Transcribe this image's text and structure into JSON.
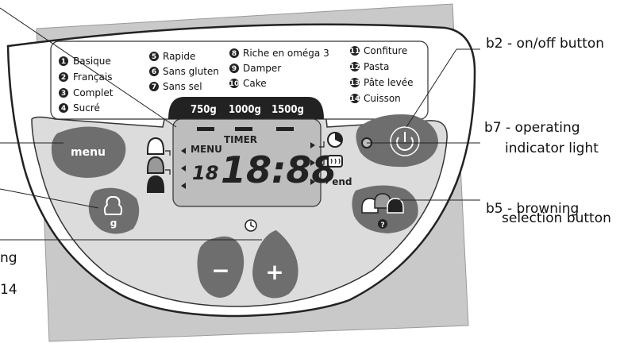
{
  "programs": [
    {
      "num": "1",
      "label": "Basique"
    },
    {
      "num": "2",
      "label": "Français"
    },
    {
      "num": "3",
      "label": "Complet"
    },
    {
      "num": "4",
      "label": "Sucré"
    },
    {
      "num": "5",
      "label": "Rapide"
    },
    {
      "num": "6",
      "label": "Sans gluten"
    },
    {
      "num": "7",
      "label": "Sans sel"
    },
    {
      "num": "8",
      "label": "Riche en oméga 3"
    },
    {
      "num": "9",
      "label": "Damper"
    },
    {
      "num": "10",
      "label": "Cake"
    },
    {
      "num": "11",
      "label": "Confiture"
    },
    {
      "num": "12",
      "label": "Pasta"
    },
    {
      "num": "13",
      "label": "Pâte levée"
    },
    {
      "num": "14",
      "label": "Cuisson"
    }
  ],
  "weights": [
    "750g",
    "1000g",
    "1500g"
  ],
  "display": {
    "menu": "MENU",
    "timer": "TIMER",
    "program_number": "18",
    "time": "18:88",
    "end": "→ end"
  },
  "buttons": {
    "menu": "menu",
    "weight": "g",
    "minus": "−",
    "plus": "+",
    "browning_question": "?"
  },
  "callouts": {
    "b2": "b2 - on/off button",
    "b7_line1": "b7 - operating",
    "b7_line2": "indicator light",
    "b5_line1": "b5 - browning",
    "b5_line2": "selection button",
    "cut_line1": "ng",
    "cut_line2": "14"
  },
  "colors": {
    "panel_shadow": "#c9c9c9",
    "bezel": "#dcdcdc",
    "button_dark": "#6e6e6e",
    "lcd": "#bdbdbd"
  }
}
